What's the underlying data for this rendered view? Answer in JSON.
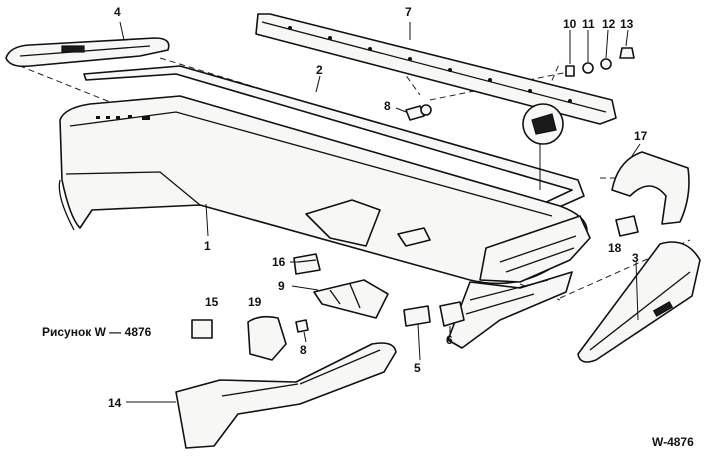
{
  "diagram": {
    "caption": "Рисунок W — 4876",
    "reference": "W-4876",
    "callouts": [
      "1",
      "2",
      "3",
      "4",
      "5",
      "6",
      "7",
      "8",
      "8",
      "9",
      "10",
      "11",
      "12",
      "13",
      "14",
      "15",
      "16",
      "17",
      "18",
      "19"
    ]
  }
}
